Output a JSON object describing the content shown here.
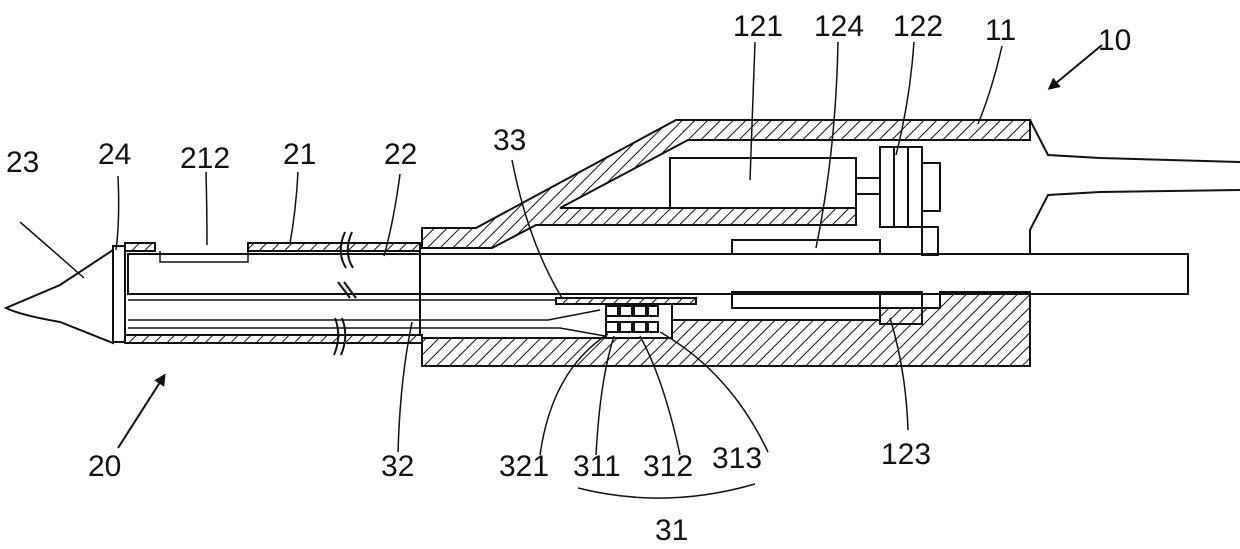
{
  "labels": {
    "l10": "10",
    "l11": "11",
    "l121": "121",
    "l124": "124",
    "l122": "122",
    "l123": "123",
    "l23": "23",
    "l24": "24",
    "l212": "212",
    "l21": "21",
    "l22": "22",
    "l33": "33",
    "l20": "20",
    "l32": "32",
    "l321": "321",
    "l311": "311",
    "l312": "312",
    "l313": "313",
    "l31": "31"
  }
}
